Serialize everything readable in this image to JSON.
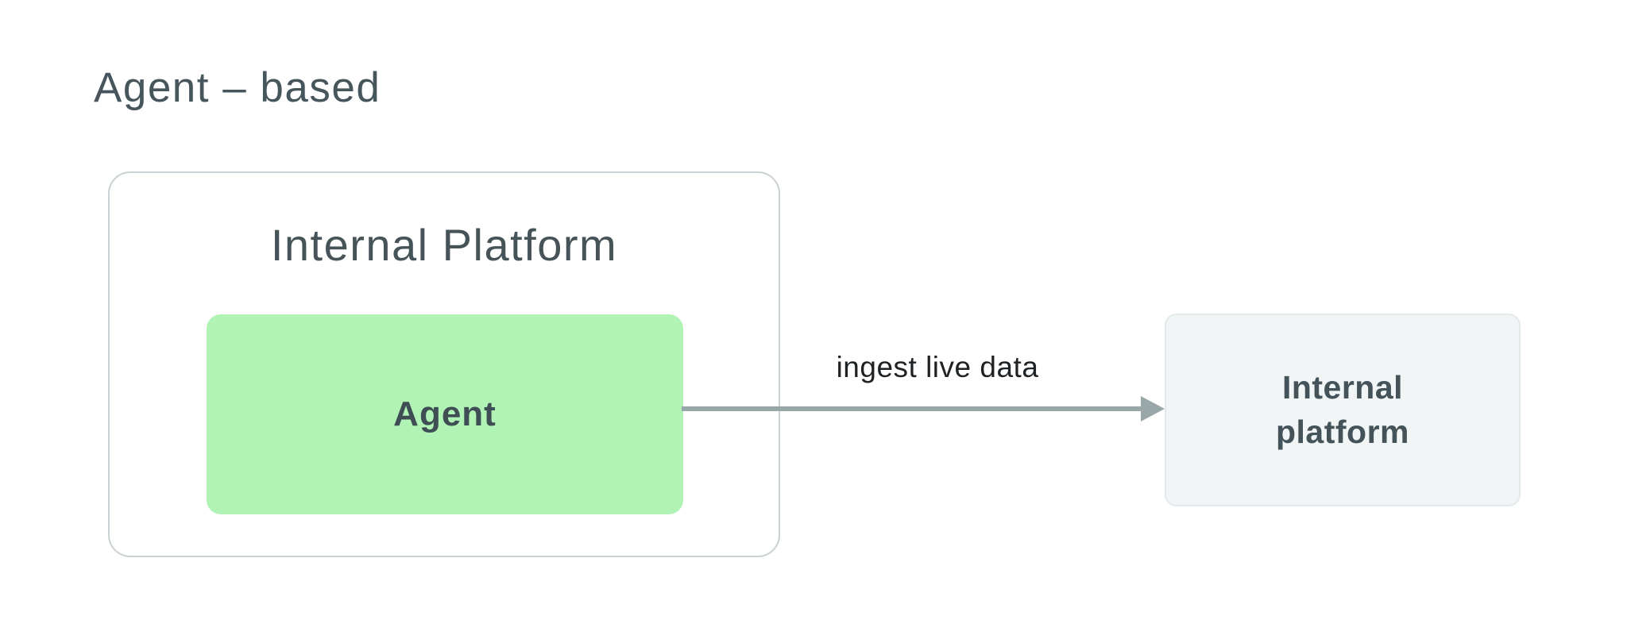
{
  "title": "Agent – based",
  "container": {
    "label": "Internal Platform"
  },
  "nodes": {
    "agent": {
      "label": "Agent",
      "fill": "#b1f2b5"
    },
    "internal_platform": {
      "label": "Internal platform",
      "fill": "#f1f5f6"
    }
  },
  "arrow": {
    "label": "ingest live data",
    "color": "#9aa7a8",
    "direction": "right"
  },
  "colors": {
    "heading_text": "#46565c",
    "node_text": "#3e4e54",
    "container_border": "#c9d1d4",
    "arrow_label_text": "#1f2224",
    "target_border": "#e4eaec",
    "background": "#ffffff"
  }
}
